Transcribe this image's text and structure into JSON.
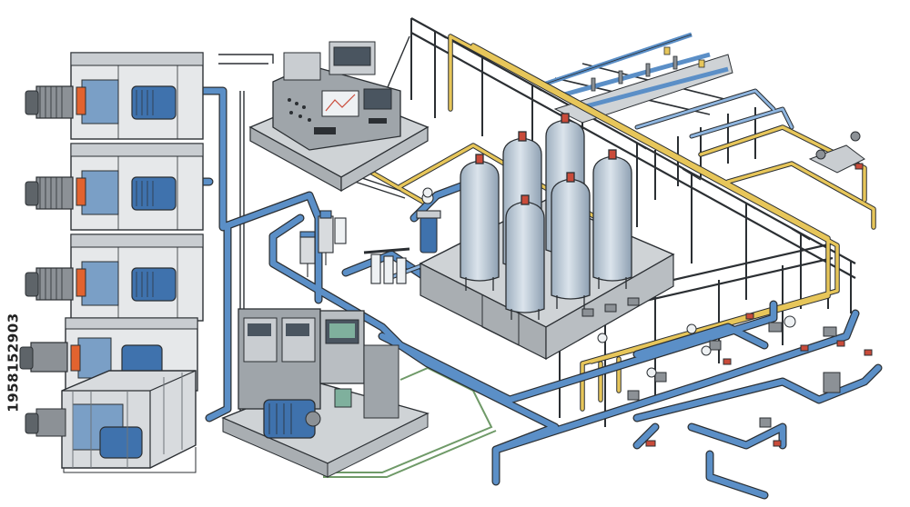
{
  "stock_id": "1958152903",
  "colors": {
    "outline": "#2b2f33",
    "frame": "#8c9196",
    "frame_light": "#c9cdd1",
    "panel": "#9fa5aa",
    "base": "#cfd3d6",
    "base_side": "#a9aeb2",
    "pipe_blue": "#5b8fc7",
    "pipe_blue_light": "#8fb6e0",
    "pipe_yellow": "#e7c65a",
    "pipe_green": "#8fb38a",
    "motor_blue": "#3f72ad",
    "tank": "#c7d3de",
    "tank_shadow": "#9eafbf",
    "accent_orange": "#e2632f",
    "valve_red": "#c94b3a",
    "screen_dark": "#4a5560"
  },
  "scene": {
    "compressor_units": 5,
    "storage_tanks": 6,
    "control_consoles": 2,
    "filter_stations": 2
  }
}
